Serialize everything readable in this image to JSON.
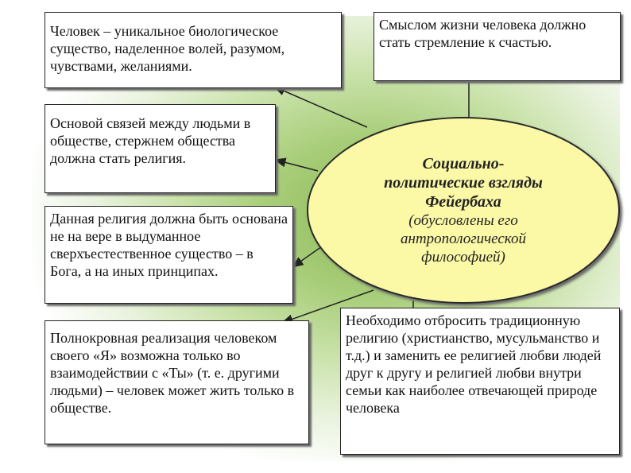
{
  "center": {
    "title": "Социально-\nполитические взгляды\nФейербаха",
    "subtitle": "(обусловлены его\nантропологической\nфилософией)"
  },
  "boxes": [
    {
      "id": "human",
      "text": "Человек – уникальное биологическое существо, наделенное волей, разумом, чувствами, желаниями."
    },
    {
      "id": "meaning",
      "text": "Смыслом жизни человека должно стать стремление к счастью."
    },
    {
      "id": "religion-core",
      "text": "Основой связей между людьми в обществе, стержнем общества должна стать религия."
    },
    {
      "id": "new-religion",
      "text": "Данная религия должна быть основана не на вере в выдуманное сверхъестественное существо – в Бога, а на иных принципах."
    },
    {
      "id": "self",
      "text": "Полнокровная реализация человеком своего «Я» возможна только во взаимодействии с «Ты» (т. е. другими людьми) – человек может жить только в обществе."
    },
    {
      "id": "reject",
      "text": "Необходимо отбросить традиционную религию (христианство, мусульманство и т.д.) и заменить ее религией любви людей друг к другу и религией любви внутри семьи как наиболее отвечающей природе человека"
    }
  ]
}
